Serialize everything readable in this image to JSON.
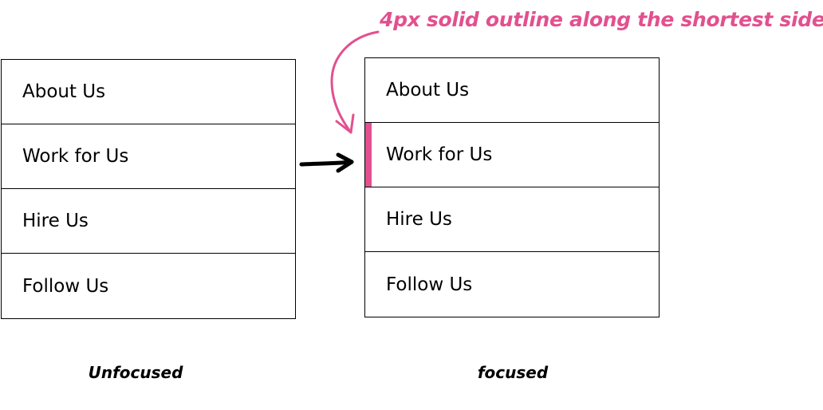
{
  "accent_color": "#e2508f",
  "text_color": "#000000",
  "annotation": "4px solid outline along the shortest side",
  "panels": {
    "unfocused": {
      "caption": "Unfocused",
      "items": [
        "About Us",
        "Work for Us",
        "Hire Us",
        "Follow Us"
      ]
    },
    "focused": {
      "caption": "focused",
      "items": [
        "About Us",
        "Work for Us",
        "Hire Us",
        "Follow Us"
      ],
      "focused_index": 1
    }
  }
}
